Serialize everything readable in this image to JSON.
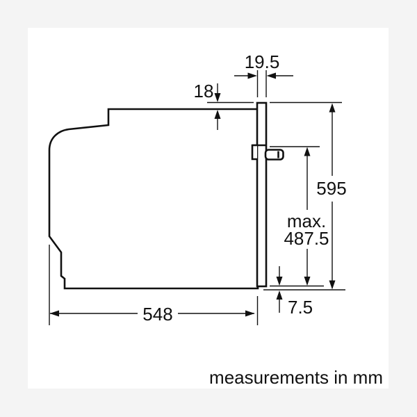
{
  "labels": {
    "door_depth": "19.5",
    "top_offset": "18",
    "total_height": "595",
    "max_prefix": "max.",
    "max_value": "487.5",
    "bottom_offset": "7.5",
    "body_depth": "548",
    "unit_note": "measurements in mm"
  },
  "colors": {
    "line": "#111111",
    "canvas": "#ffffff",
    "frame": "#f4f4f4"
  }
}
